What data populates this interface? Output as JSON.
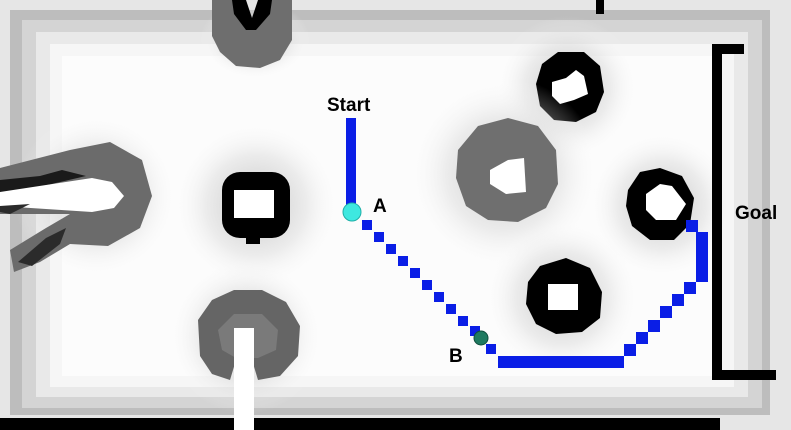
{
  "labels": {
    "start": "Start",
    "goal": "Goal",
    "point_a": "A",
    "point_b": "B"
  },
  "colors": {
    "path": "#0a1ee6",
    "point_a": "#3ee8e0",
    "point_b": "#1f7a60",
    "obstacle": "#000000",
    "wall": "#000000",
    "free_space": "#ffffff"
  }
}
